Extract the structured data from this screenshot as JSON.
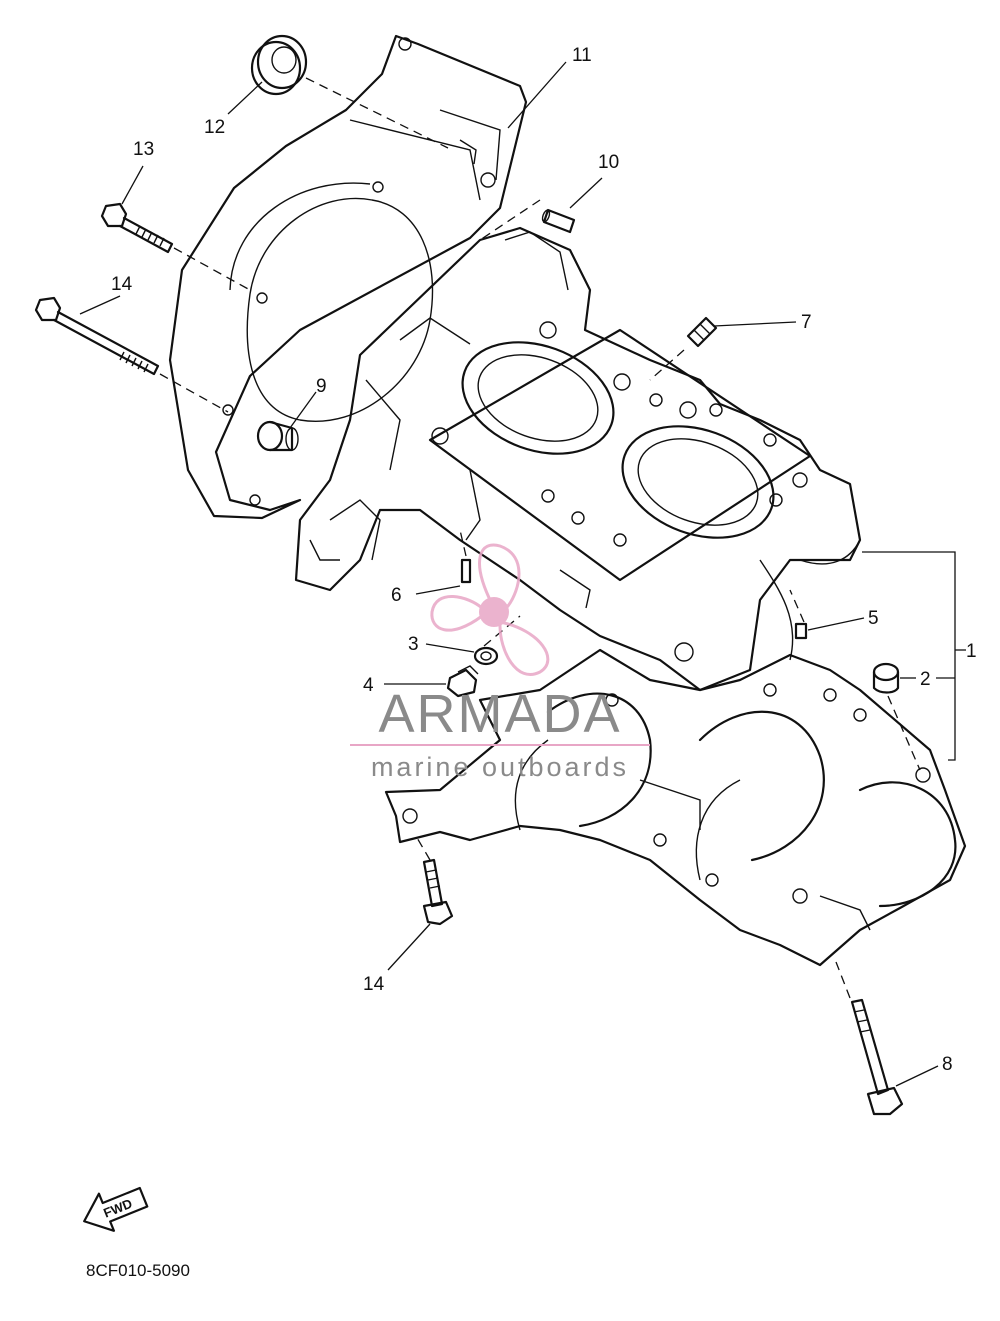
{
  "diagram": {
    "callouts": [
      "1",
      "2",
      "3",
      "4",
      "5",
      "6",
      "7",
      "8",
      "9",
      "10",
      "11",
      "12",
      "13",
      "14",
      "14"
    ],
    "diagram_code": "8CF010-5090",
    "fwd_label": "FWD"
  },
  "watermark": {
    "brand": "ARMADA",
    "tagline": "marine outboards",
    "colors": {
      "accent": "#e8a6c6",
      "text": "#8a8a8a"
    }
  }
}
